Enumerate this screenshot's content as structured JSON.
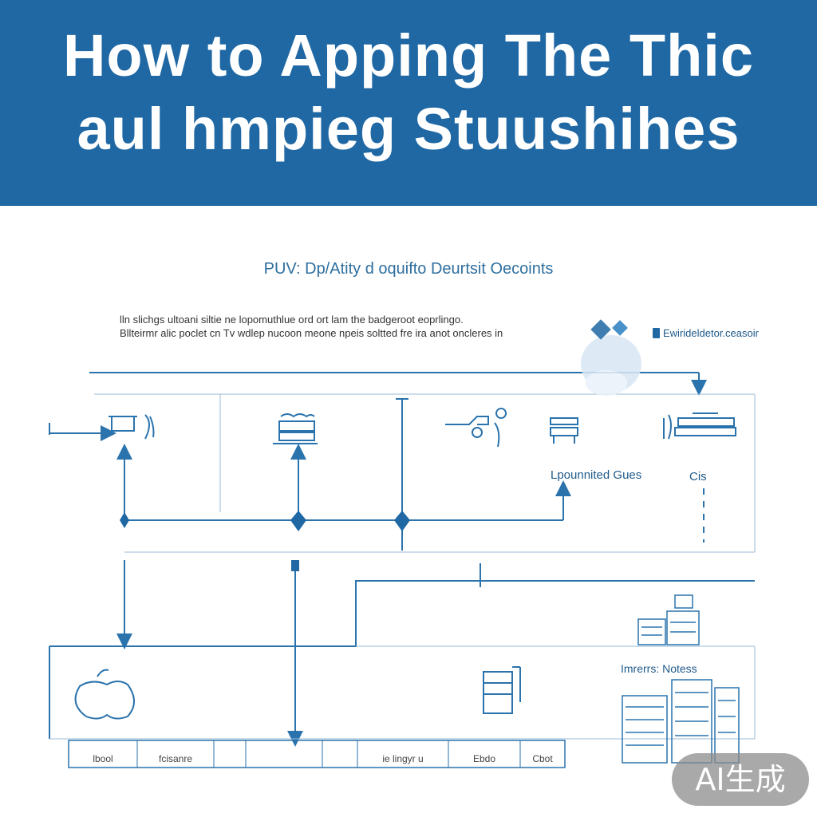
{
  "header": {
    "title_line1": "How to Apping The Thic",
    "title_line2": "aul hmpieg Stuushihes",
    "background": "#1f68a4"
  },
  "subtitle": "PUV: Dp/Atity d oquifto Deurtsit Oecoints",
  "paragraph": {
    "line1": "lln slichgs ultoani siltie ne lopomuthlue ord ort lam the badgeroot eoprlingo.",
    "line2": "Bllteirmr alic poclet cn Tv wdlep nucoon meone npeis soltted fre ira anot oncleres in"
  },
  "badge": {
    "text": "Ewirideldetor.ceasoir"
  },
  "labels": {
    "right_mid": "Lpounnited Gues",
    "right_mid_2": "Cis",
    "notes": "Imrerrs: Notess"
  },
  "bottom_row": [
    "lbool",
    "fcisanre",
    "",
    "",
    "ie lingyr u",
    "Ebdo",
    "Cbot"
  ],
  "watermark": "AI生成",
  "colors": {
    "line": "#2a73ad",
    "accent": "#1f68a4"
  }
}
